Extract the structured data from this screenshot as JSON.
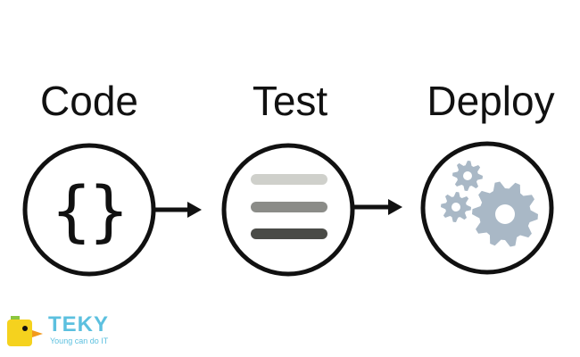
{
  "stages": [
    {
      "label": "Code",
      "icon": "curly-braces-icon"
    },
    {
      "label": "Test",
      "icon": "progress-bars-icon"
    },
    {
      "label": "Deploy",
      "icon": "gears-icon"
    }
  ],
  "brand": {
    "name": "TEKY",
    "slogan": "Young can do IT",
    "logo_icon": "duck-logo-icon"
  },
  "colors": {
    "stroke": "#111111",
    "bar_light": "#cfd0cb",
    "bar_mid": "#8b8c88",
    "bar_dark": "#4a4b47",
    "gear": "#a9b8c6",
    "brand": "#5cc0df",
    "duck_yellow": "#f5d21e",
    "duck_green": "#8cc63f"
  }
}
